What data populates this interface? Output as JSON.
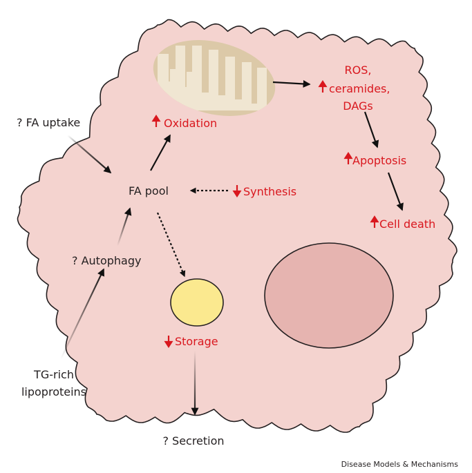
{
  "labels": {
    "ros": "ROS,",
    "ceramides": "ceramides,",
    "dags": "DAGs",
    "oxidation": "Oxidation",
    "apoptosis": "Apoptosis",
    "cell_death": "Cell death",
    "fa_uptake": "? FA uptake",
    "fa_pool": "FA pool",
    "synthesis": "Synthesis",
    "autophagy": "? Autophagy",
    "storage": "Storage",
    "tg_rich": "TG-rich",
    "lipoproteins": "lipoproteins",
    "secretion": "? Secretion",
    "credit": "Disease Models & Mechanisms"
  },
  "indicators": {
    "ros": "up",
    "oxidation": "up",
    "apoptosis": "up",
    "cell_death": "up",
    "synthesis": "down",
    "storage": "down"
  },
  "colors": {
    "cell_fill": "#f4d3cf",
    "outline": "#231f20",
    "nucleus": "#e6b4b0",
    "lipid_droplet": "#fbe98f",
    "mitochondrion": "#dcc9a8",
    "mito_inner": "#f0e6d2",
    "effect_text": "#d9171e",
    "label_text": "#231f20"
  }
}
